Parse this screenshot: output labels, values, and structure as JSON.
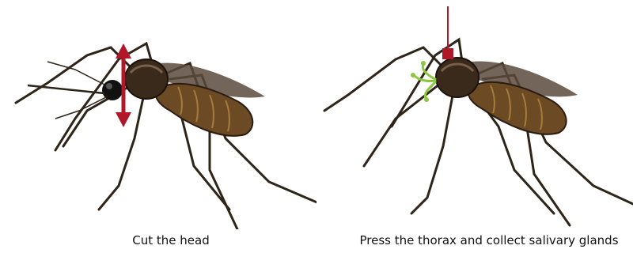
{
  "panels": [
    {
      "caption": "Cut the head",
      "action": "cut-head",
      "show_head": true
    },
    {
      "caption": "Press the thorax and collect salivary glands",
      "action": "press-thorax",
      "show_head": false
    }
  ],
  "colors": {
    "marker": "#b0182a",
    "gland": "#8dc63f",
    "body_dark": "#3a2a1c",
    "abdomen": "#6b4a24",
    "abdomen_light": "#a77b3c",
    "wing": "#5a4a3c",
    "leg": "#2e2418"
  }
}
